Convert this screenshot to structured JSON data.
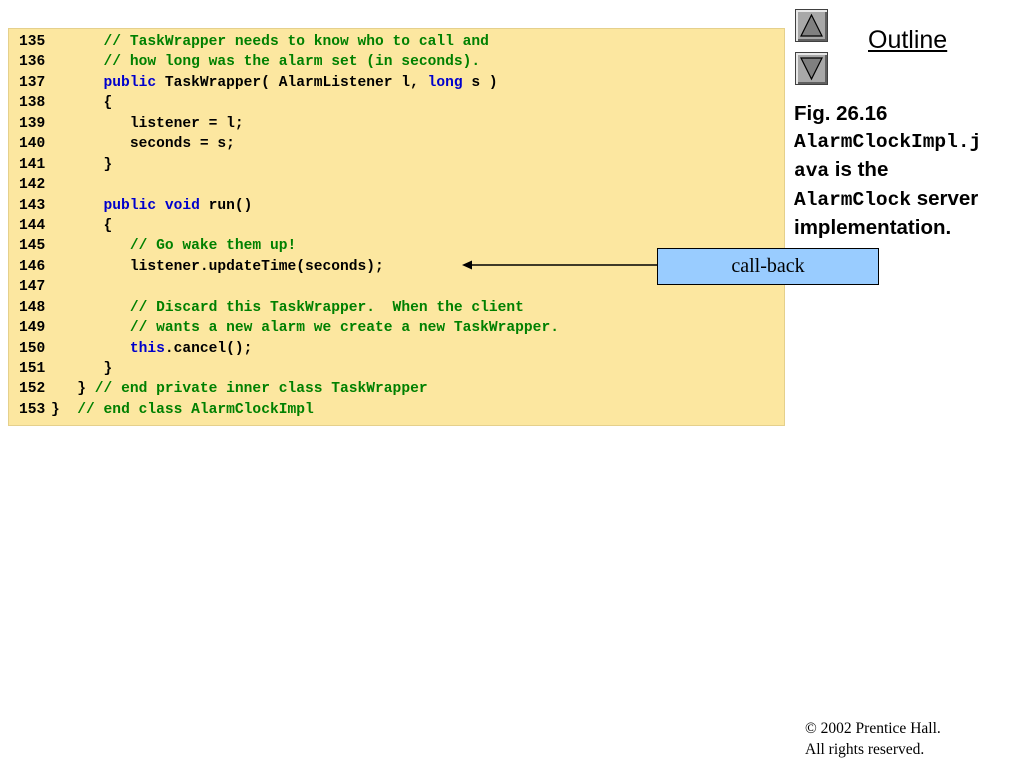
{
  "code": {
    "lines": [
      {
        "n": "135",
        "tokens": [
          {
            "t": "      "
          },
          {
            "c": "// TaskWrapper needs to know who to call and"
          }
        ]
      },
      {
        "n": "136",
        "tokens": [
          {
            "t": "      "
          },
          {
            "c": "// how long was the alarm set (in seconds)."
          }
        ]
      },
      {
        "n": "137",
        "tokens": [
          {
            "t": "      "
          },
          {
            "k": "public"
          },
          {
            "t": " TaskWrapper( AlarmListener l, "
          },
          {
            "k": "long"
          },
          {
            "t": " s )"
          }
        ]
      },
      {
        "n": "138",
        "tokens": [
          {
            "t": "      {"
          }
        ]
      },
      {
        "n": "139",
        "tokens": [
          {
            "t": "         listener = l;"
          }
        ]
      },
      {
        "n": "140",
        "tokens": [
          {
            "t": "         seconds = s;"
          }
        ]
      },
      {
        "n": "141",
        "tokens": [
          {
            "t": "      }"
          }
        ]
      },
      {
        "n": "142",
        "tokens": []
      },
      {
        "n": "143",
        "tokens": [
          {
            "t": "      "
          },
          {
            "k": "public"
          },
          {
            "t": " "
          },
          {
            "k": "void"
          },
          {
            "t": " run()"
          }
        ]
      },
      {
        "n": "144",
        "tokens": [
          {
            "t": "      {"
          }
        ]
      },
      {
        "n": "145",
        "tokens": [
          {
            "t": "         "
          },
          {
            "c": "// Go wake them up!"
          }
        ]
      },
      {
        "n": "146",
        "tokens": [
          {
            "t": "         listener.updateTime(seconds);"
          }
        ]
      },
      {
        "n": "147",
        "tokens": []
      },
      {
        "n": "148",
        "tokens": [
          {
            "t": "         "
          },
          {
            "c": "// Discard this TaskWrapper.  When the client"
          }
        ]
      },
      {
        "n": "149",
        "tokens": [
          {
            "t": "         "
          },
          {
            "c": "// wants a new alarm we create a new TaskWrapper."
          }
        ]
      },
      {
        "n": "150",
        "tokens": [
          {
            "t": "         "
          },
          {
            "k": "this"
          },
          {
            "t": ".cancel();"
          }
        ]
      },
      {
        "n": "151",
        "tokens": [
          {
            "t": "      }"
          }
        ]
      },
      {
        "n": "152",
        "tokens": [
          {
            "t": "   } "
          },
          {
            "c": "// end private inner class TaskWrapper"
          }
        ]
      },
      {
        "n": "153",
        "tokens": [
          {
            "t": "}  "
          },
          {
            "c": "// end class AlarmClockImpl"
          }
        ]
      }
    ]
  },
  "nav": {
    "outline_label": "Outline",
    "up_icon": "triangle-up-icon",
    "down_icon": "triangle-down-icon"
  },
  "caption": {
    "fig": "Fig. 26.16",
    "file_part1": "AlarmClockImpl.j",
    "file_part2": "ava",
    "is_the": " is the",
    "server_class": "AlarmClock",
    "server_word": " server",
    "impl": "implementation."
  },
  "callout": {
    "label": "call-back"
  },
  "footer": {
    "copyright_symbol": "©",
    "copyright_line1": " 2002 Prentice Hall.",
    "copyright_line2": "All rights reserved."
  },
  "colors": {
    "code_bg": "#fce7a0",
    "comment": "#008000",
    "keyword": "#0000cc",
    "callout_bg": "#99ccff"
  }
}
